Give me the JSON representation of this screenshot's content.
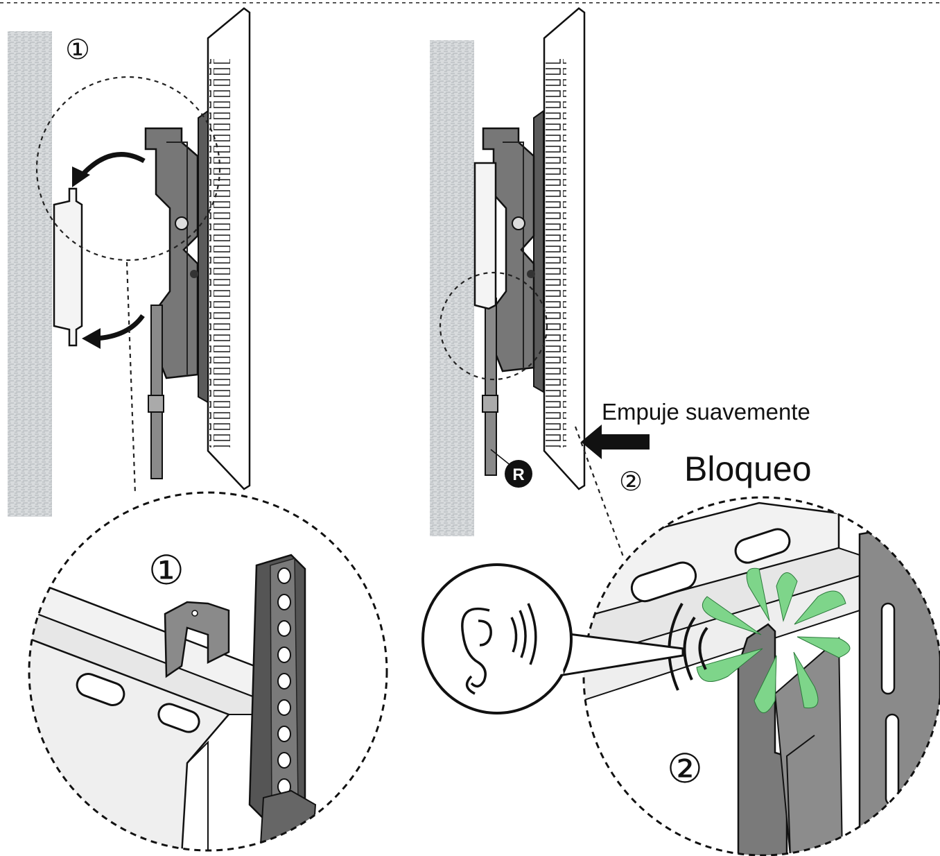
{
  "step1": {
    "number": "①"
  },
  "step2": {
    "number": "②"
  },
  "labels": {
    "push_gently": "Empuje suavemente",
    "lock": "Bloqueo",
    "r_marker": "R"
  },
  "colors": {
    "line": "#111111",
    "bracket_gray": "#6f6f6f",
    "bracket_dark": "#4a4a4a",
    "wall": "#cfd2d4",
    "click_green": "#7ed58a"
  }
}
